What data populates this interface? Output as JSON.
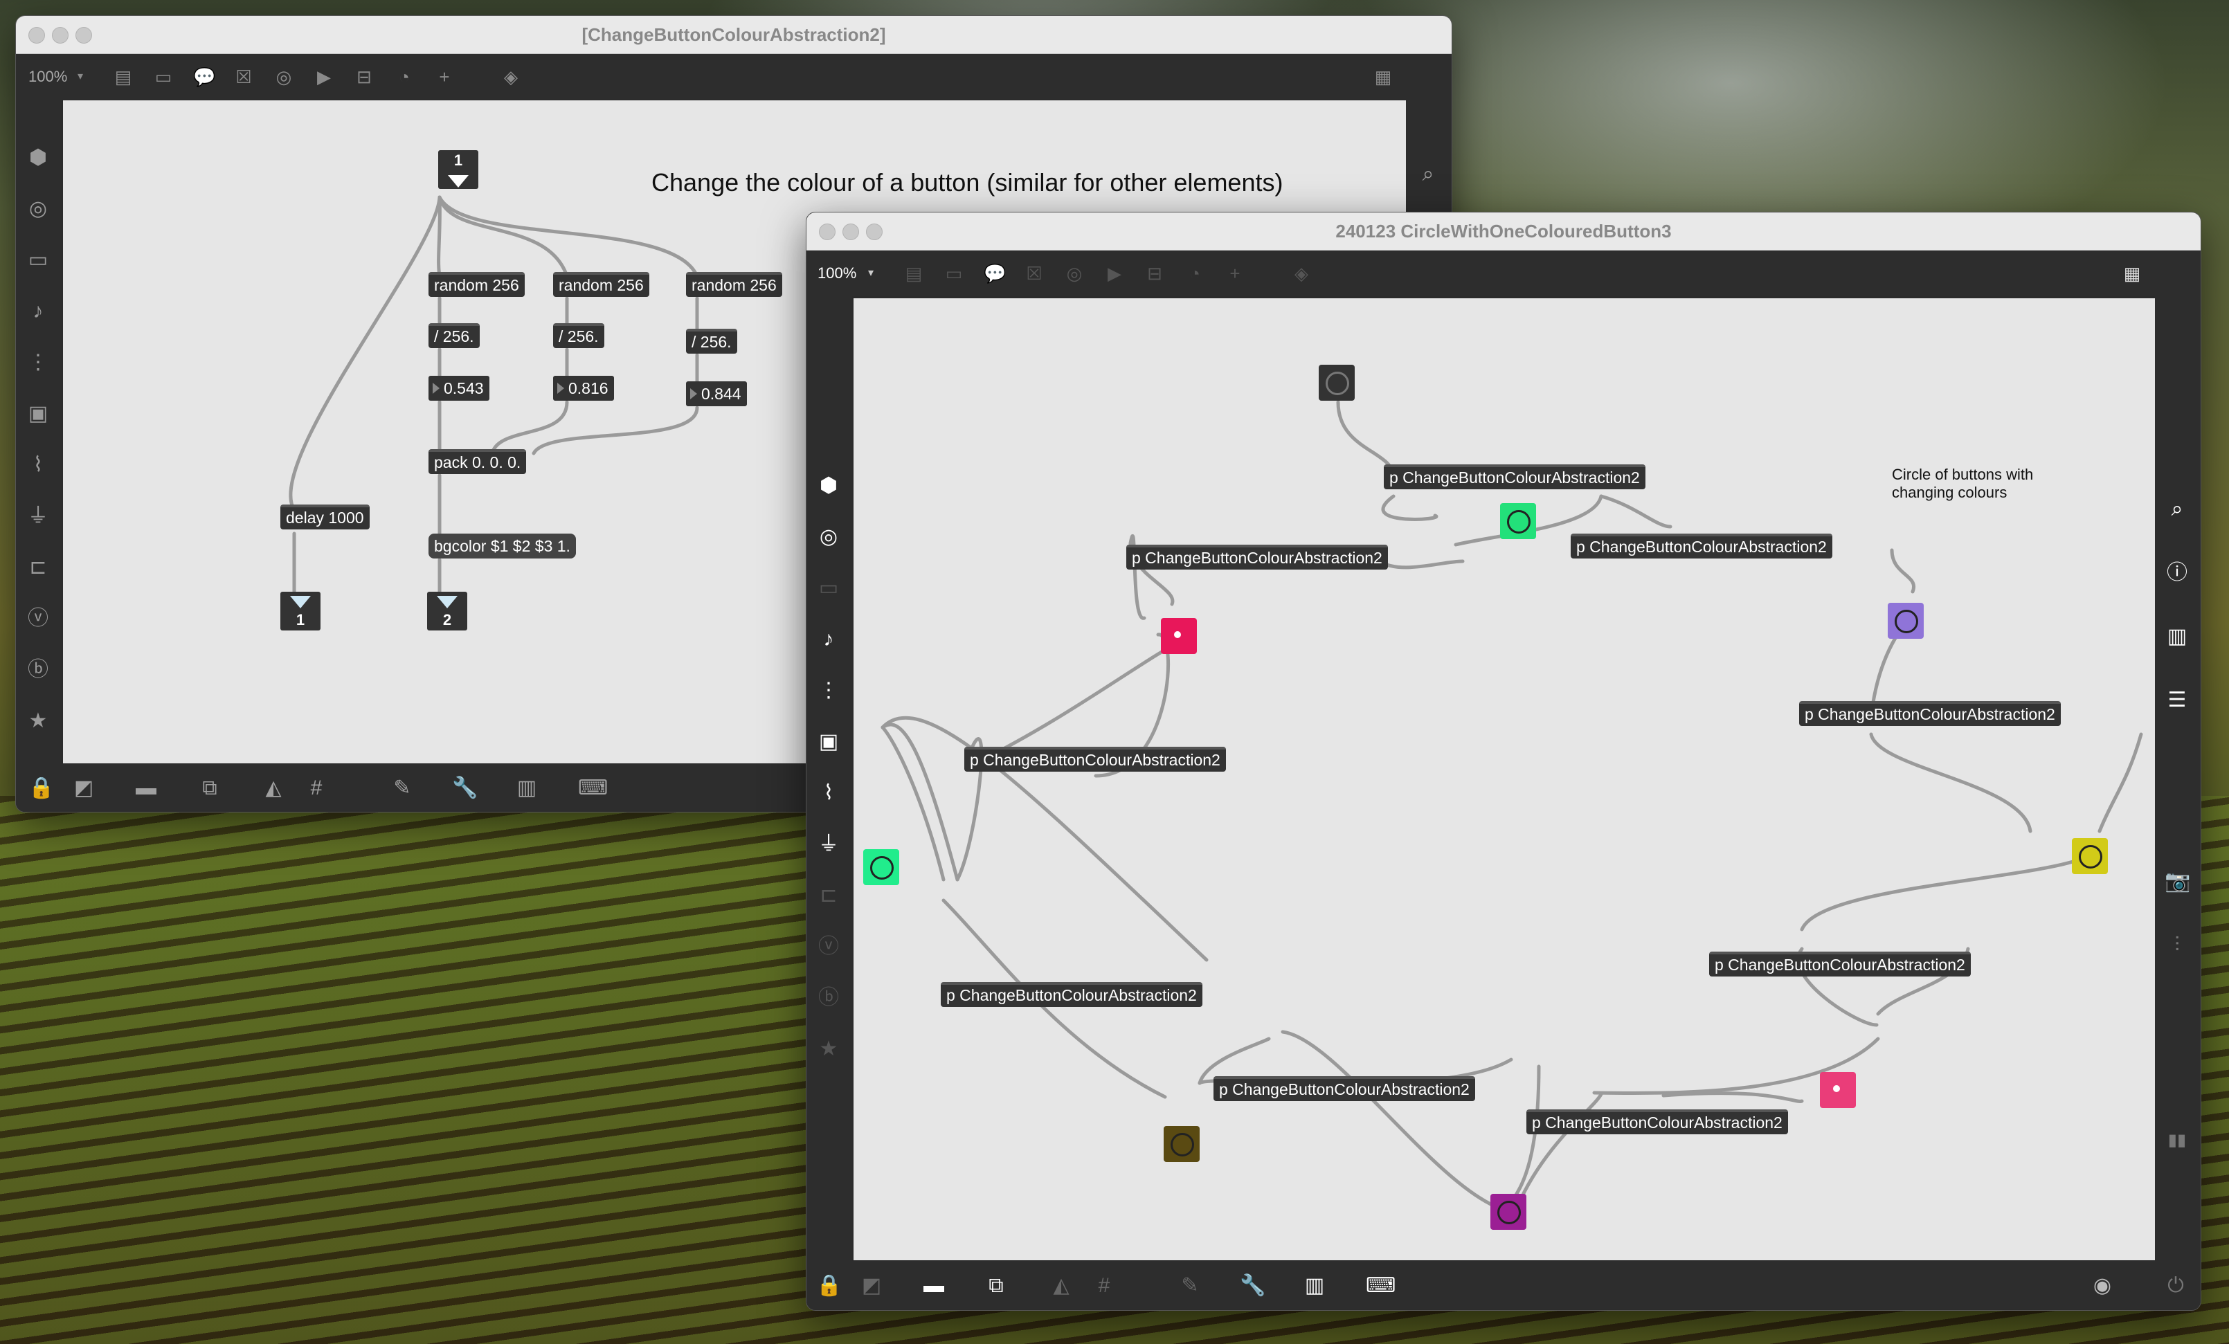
{
  "window1": {
    "title": "[ChangeButtonColourAbstraction2]",
    "zoom": "100%",
    "comment": "Change the colour of a button (similar for other elements)",
    "inlet1": "1",
    "outlet1": "1",
    "outlet2": "2",
    "objects": {
      "random1": "random 256",
      "random2": "random 256",
      "random3": "random 256",
      "div1": "/ 256.",
      "div2": "/ 256.",
      "div3": "/ 256.",
      "pack": "pack 0. 0. 0.",
      "delay": "delay 1000",
      "bgcolor": "bgcolor $1 $2 $3 1."
    },
    "numbers": {
      "n1": "0.543",
      "n2": "0.816",
      "n3": "0.844"
    }
  },
  "window2": {
    "title": "240123 CircleWithOneColouredButton3",
    "zoom": "100%",
    "comment": "Circle of buttons with changing colours",
    "subpatch_label": "p ChangeButtonColourAbstraction2",
    "buttons": [
      {
        "id": "top",
        "color": "#333333"
      },
      {
        "id": "b1",
        "color": "#23e07a"
      },
      {
        "id": "b2",
        "color": "#e8175a"
      },
      {
        "id": "b3",
        "color": "#8f74d8"
      },
      {
        "id": "b4",
        "color": "#21ec8c"
      },
      {
        "id": "b5",
        "color": "#d2cb18"
      },
      {
        "id": "b6",
        "color": "#ea3d79"
      },
      {
        "id": "b7",
        "color": "#5a4a12"
      },
      {
        "id": "b8",
        "color": "#9b1f94"
      }
    ]
  },
  "colors": {
    "wire": "#9a9a9a",
    "canvas": "#e6e6e6",
    "object": "#333333"
  }
}
